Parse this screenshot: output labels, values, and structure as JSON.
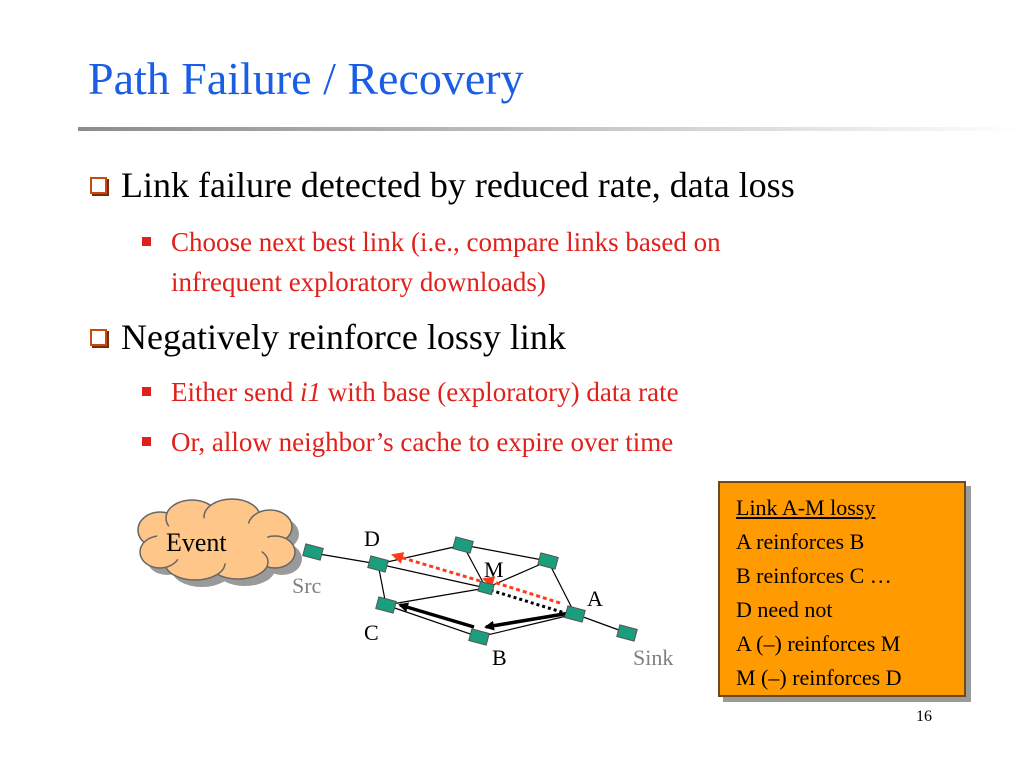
{
  "slide": {
    "title": "Path Failure / Recovery",
    "page_number": "16"
  },
  "bullets": {
    "b1": "Link failure detected by reduced rate, data loss",
    "b1_sub1_line1": "Choose next best link (i.e., compare links based on",
    "b1_sub1_line2": "infrequent exploratory downloads)",
    "b2": "Negatively reinforce lossy link",
    "b2_sub1_pre": "Either send ",
    "b2_sub1_italic": "i1",
    "b2_sub1_post": " with base (exploratory) data rate",
    "b2_sub2": "Or, allow neighbor’s cache to expire over time"
  },
  "diagram": {
    "event_label": "Event",
    "labels": {
      "src": "Src",
      "sink": "Sink",
      "d": "D",
      "m": "M",
      "a": "A",
      "c": "C",
      "b": "B"
    }
  },
  "infobox": {
    "lines": [
      "Link A-M lossy",
      "A reinforces B",
      "B reinforces C …",
      "D need not",
      "A (–) reinforces M",
      "M (–) reinforces D"
    ]
  },
  "colors": {
    "title": "#1a5ee6",
    "sub_bullet": "#e0201a",
    "node": "#1a9e7e",
    "infobox_bg": "#ff9a00",
    "cloud": "#ffc68a"
  }
}
